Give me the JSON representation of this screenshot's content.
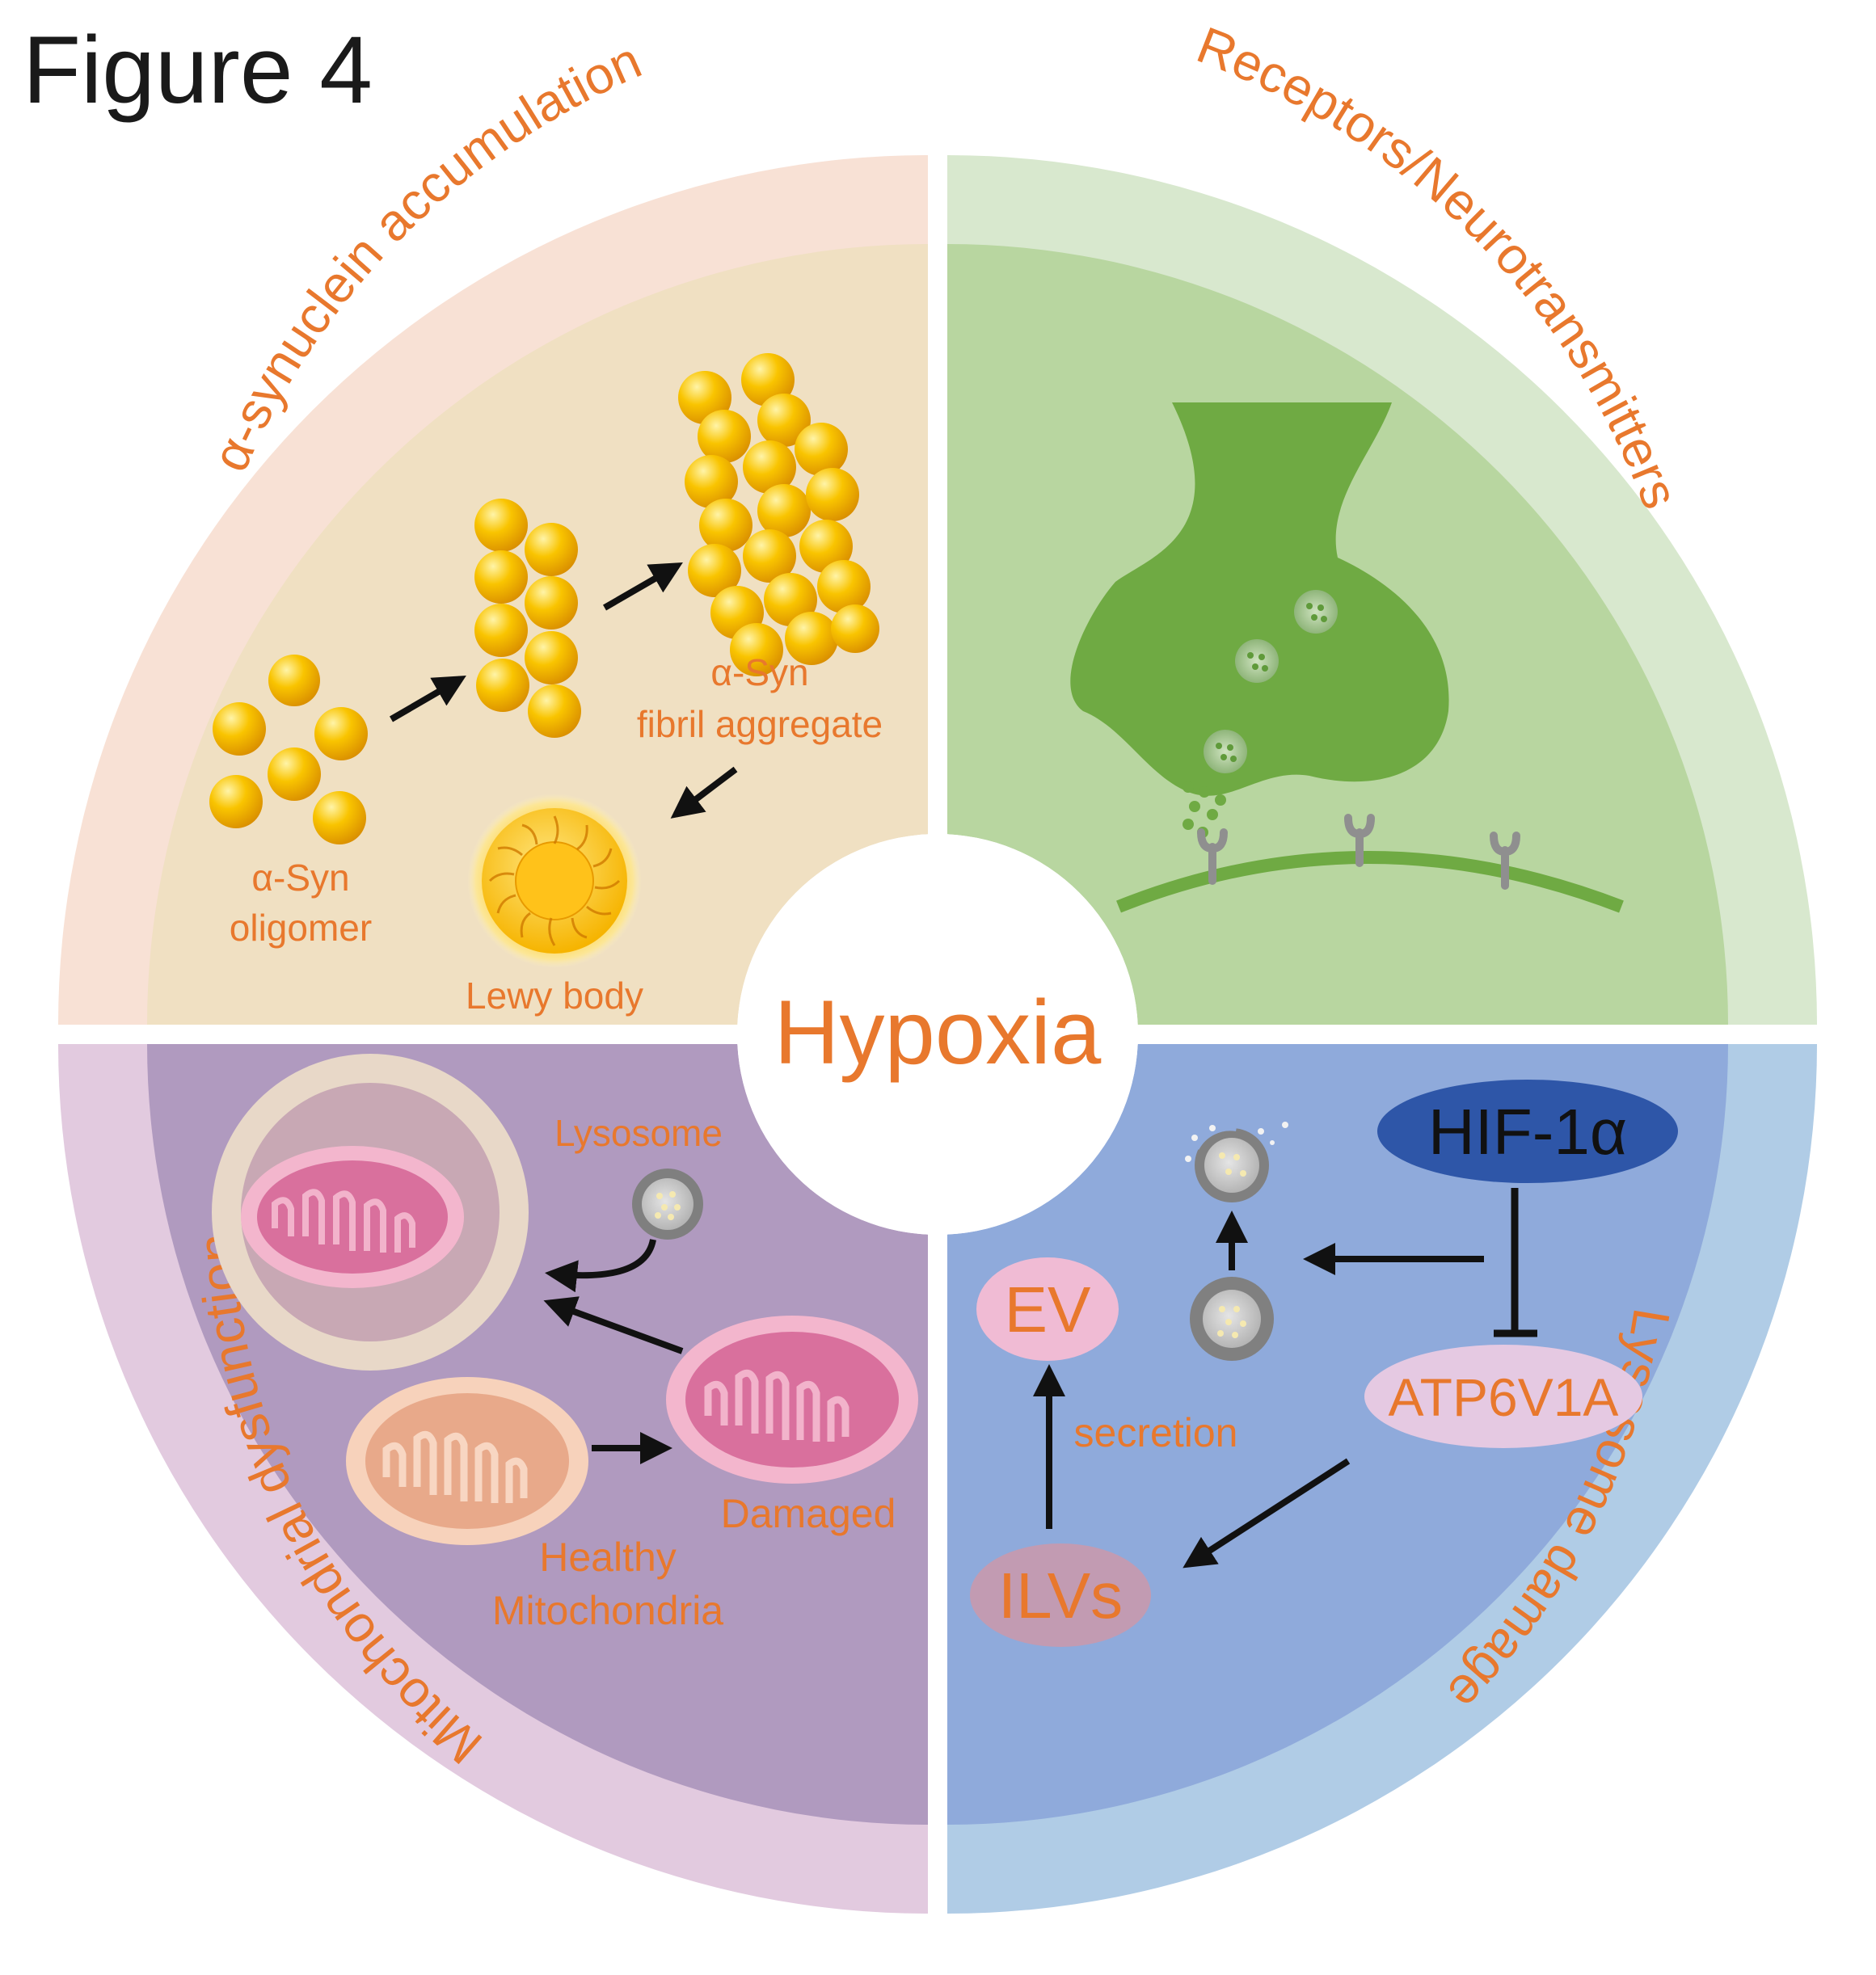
{
  "figure_title": "Figure 4",
  "center_label": "Hypoxia",
  "quadrants": {
    "top_left": {
      "title": "α-synuclein accumulation",
      "oligomer_label_1": "α-Syn",
      "oligomer_label_2": "oligomer",
      "fibril_label_1": "α-Syn",
      "fibril_label_2": "fibril aggregate",
      "lewy_label": "Lewy body"
    },
    "top_right": {
      "title": "Receptors/Neurotransmitters"
    },
    "bottom_left": {
      "title": "Mitochondrial dysfunction",
      "lysosome_label": "Lysosome",
      "damaged_label": "Damaged",
      "healthy_label_1": "Healthy",
      "healthy_label_2": "Mitochondria"
    },
    "bottom_right": {
      "title": "Lysosome damage",
      "hif_label": "HIF-1α",
      "atp_label": "ATP6V1A",
      "ev_label": "EV",
      "ilv_label": "ILVs",
      "secretion_label": "secretion"
    }
  },
  "colors": {
    "label_orange": "#E8782D",
    "tl_outer": "#F8E1D5",
    "tl_inner": "#F0E0C2",
    "tr_outer": "#D8E8CE",
    "tr_inner": "#B8D6A0",
    "bl_outer": "#E2CADF",
    "bl_inner": "#B09ABF",
    "br_outer": "#B0CCE6",
    "br_inner": "#8FAADB",
    "hif_fill": "#2E56A8"
  }
}
